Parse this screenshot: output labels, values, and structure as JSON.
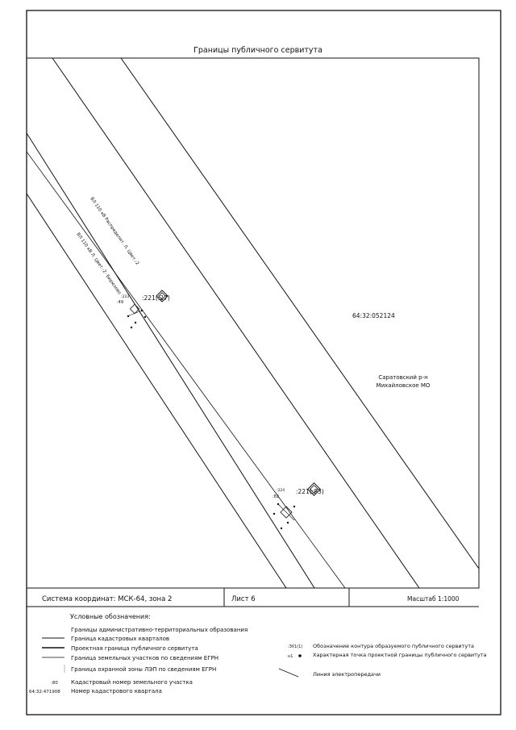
{
  "sheet": {
    "title": "Границы публичного сервитута",
    "coord_system": "Система координат: МСК-64, зона 2",
    "sheet_no": "Лист 6",
    "scale": "Масштаб 1:1000"
  },
  "map": {
    "parcel_label": "64:32:052124",
    "district_label_1": "Саратовский р-н",
    "district_label_2": "Михайловское МО",
    "line_label_1": "ВЛ 110 кВ Распределит. Л. Цвет.-2",
    "line_label_2": "ВЛ 110 кВ Л. Цвет.-2- Бирюзово",
    "feature_1": {
      "contour": ":221(:27)",
      "parcel": ":223",
      "parcel_b": ":49"
    },
    "feature_2": {
      "contour": ":221(:83)",
      "parcel": ":224",
      "parcel_b": ":82"
    }
  },
  "legend": {
    "heading": "Условные обозначения:",
    "items": [
      "Границы административно-территориальных образования",
      "Граница кадастровых кварталов",
      "Проектная граница публичного сервитута",
      "Граница земельных участков по сведениям ЕГРН",
      "Граница охранной зоны ЛЭП по сведениям ЕГРН",
      "Кадастровый номер земельного участка",
      "Номер кадастрового квартала",
      "Обозначение контура образуемого публичного сервитута",
      "Характерная точка проектной границы публичного сервитута",
      "Линия электропередачи"
    ],
    "sym_parcel": ":80",
    "sym_quarter": "64:32:471908",
    "sym_contour": ":ЗУ1(1)",
    "sym_point": "н1"
  }
}
